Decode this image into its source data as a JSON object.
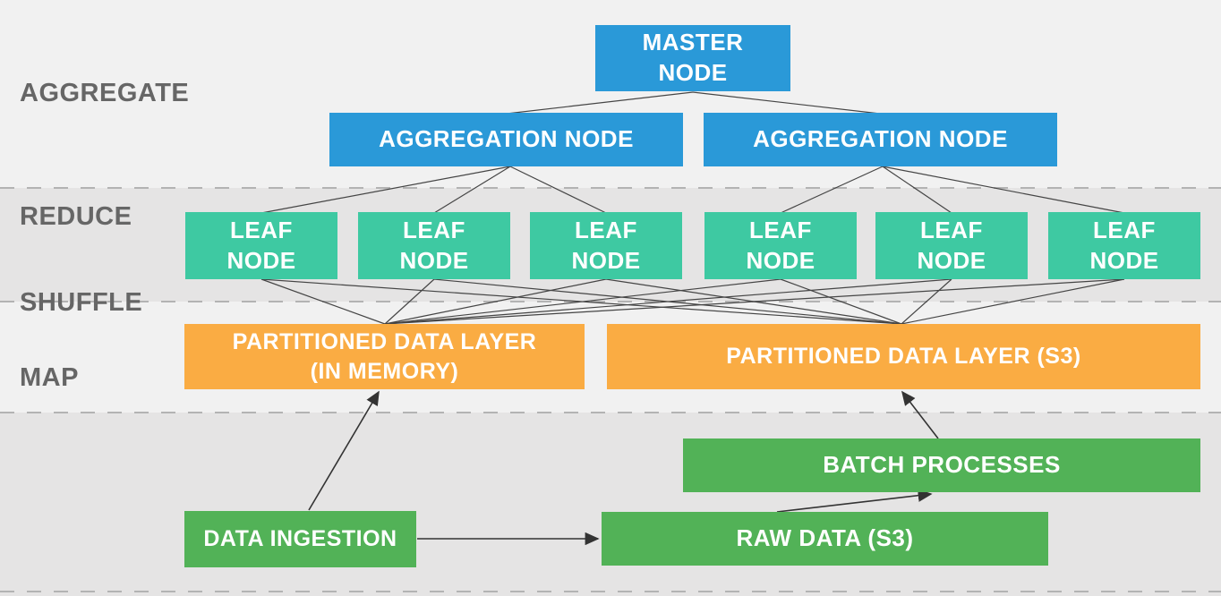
{
  "tier_labels": [
    "AGGREGATE",
    "REDUCE",
    "SHUFFLE",
    "MAP"
  ],
  "nodes": {
    "master": {
      "label": "MASTER\nNODE"
    },
    "aggregation_1": {
      "label": "AGGREGATION NODE"
    },
    "aggregation_2": {
      "label": "AGGREGATION NODE"
    },
    "leaves": [
      {
        "label": "LEAF\nNODE"
      },
      {
        "label": "LEAF\nNODE"
      },
      {
        "label": "LEAF\nNODE"
      },
      {
        "label": "LEAF\nNODE"
      },
      {
        "label": "LEAF\nNODE"
      },
      {
        "label": "LEAF\nNODE"
      }
    ],
    "partitioned_memory": {
      "label": "PARTITIONED DATA LAYER\n(IN MEMORY)"
    },
    "partitioned_s3": {
      "label": "PARTITIONED DATA LAYER (S3)"
    },
    "batch_processes": {
      "label": "BATCH PROCESSES"
    },
    "raw_data": {
      "label": "RAW DATA (S3)"
    },
    "data_ingestion": {
      "label": "DATA INGESTION"
    }
  },
  "colors": {
    "node_blue": "#2A99D8",
    "node_teal": "#3EC9A2",
    "node_orange": "#FAAC43",
    "node_green": "#52B257",
    "band_light": "#F1F1F1",
    "band_dark": "#E5E4E4",
    "tier_label_text": "#666666",
    "connector": "#454545"
  },
  "edges": [
    {
      "from": "master-node",
      "to": "aggregation-node-1",
      "arrow": false
    },
    {
      "from": "master-node",
      "to": "aggregation-node-2",
      "arrow": false
    },
    {
      "from": "aggregation-node-1",
      "to": "leaf-node-1",
      "arrow": false
    },
    {
      "from": "aggregation-node-1",
      "to": "leaf-node-2",
      "arrow": false
    },
    {
      "from": "aggregation-node-1",
      "to": "leaf-node-3",
      "arrow": false
    },
    {
      "from": "aggregation-node-2",
      "to": "leaf-node-4",
      "arrow": false
    },
    {
      "from": "aggregation-node-2",
      "to": "leaf-node-5",
      "arrow": false
    },
    {
      "from": "aggregation-node-2",
      "to": "leaf-node-6",
      "arrow": false
    },
    {
      "from": "leaf-node-1",
      "to": "partitioned-data-layer-memory",
      "arrow": false
    },
    {
      "from": "leaf-node-2",
      "to": "partitioned-data-layer-memory",
      "arrow": false
    },
    {
      "from": "leaf-node-3",
      "to": "partitioned-data-layer-memory",
      "arrow": false
    },
    {
      "from": "leaf-node-4",
      "to": "partitioned-data-layer-memory",
      "arrow": false
    },
    {
      "from": "leaf-node-5",
      "to": "partitioned-data-layer-memory",
      "arrow": false
    },
    {
      "from": "leaf-node-6",
      "to": "partitioned-data-layer-memory",
      "arrow": false
    },
    {
      "from": "leaf-node-1",
      "to": "partitioned-data-layer-s3",
      "arrow": false
    },
    {
      "from": "leaf-node-2",
      "to": "partitioned-data-layer-s3",
      "arrow": false
    },
    {
      "from": "leaf-node-3",
      "to": "partitioned-data-layer-s3",
      "arrow": false
    },
    {
      "from": "leaf-node-4",
      "to": "partitioned-data-layer-s3",
      "arrow": false
    },
    {
      "from": "leaf-node-5",
      "to": "partitioned-data-layer-s3",
      "arrow": false
    },
    {
      "from": "leaf-node-6",
      "to": "partitioned-data-layer-s3",
      "arrow": false
    },
    {
      "from": "data-ingestion",
      "to": "partitioned-data-layer-memory",
      "arrow": true
    },
    {
      "from": "data-ingestion",
      "to": "raw-data-s3",
      "arrow": true
    },
    {
      "from": "raw-data-s3",
      "to": "batch-processes",
      "arrow": true
    },
    {
      "from": "batch-processes",
      "to": "partitioned-data-layer-s3",
      "arrow": true
    }
  ]
}
